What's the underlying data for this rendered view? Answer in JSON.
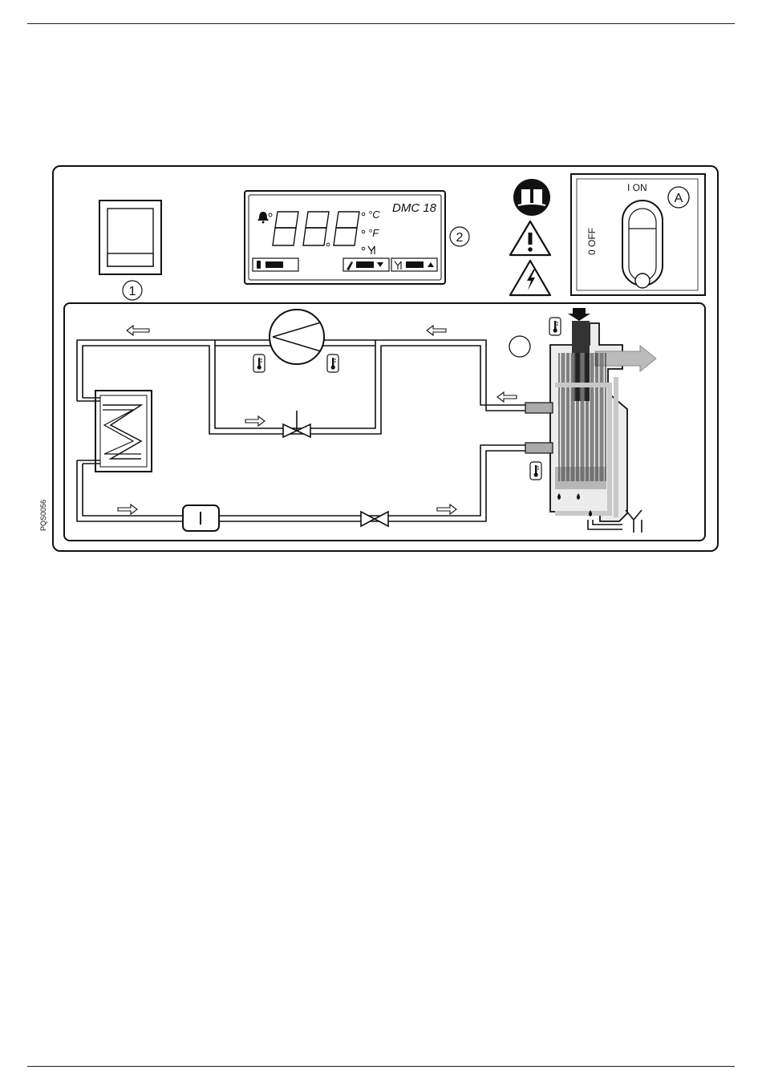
{
  "figure_code": "PQS0056",
  "display": {
    "model": "DMC 18",
    "digits": [
      "8",
      "8",
      "8"
    ],
    "unit_c": "°C",
    "unit_f": "°F"
  },
  "callouts": {
    "rocker_switch": "1",
    "display": "2",
    "main_switch": "A"
  },
  "main_switch": {
    "on_label": "I   ON",
    "off_label": "0   OFF"
  },
  "icons": [
    "manual-book-icon",
    "warning-triangle-icon",
    "high-voltage-icon",
    "thermometer-icon",
    "spanner-icon",
    "drain-icon",
    "bell-icon",
    "droplet-icon"
  ]
}
